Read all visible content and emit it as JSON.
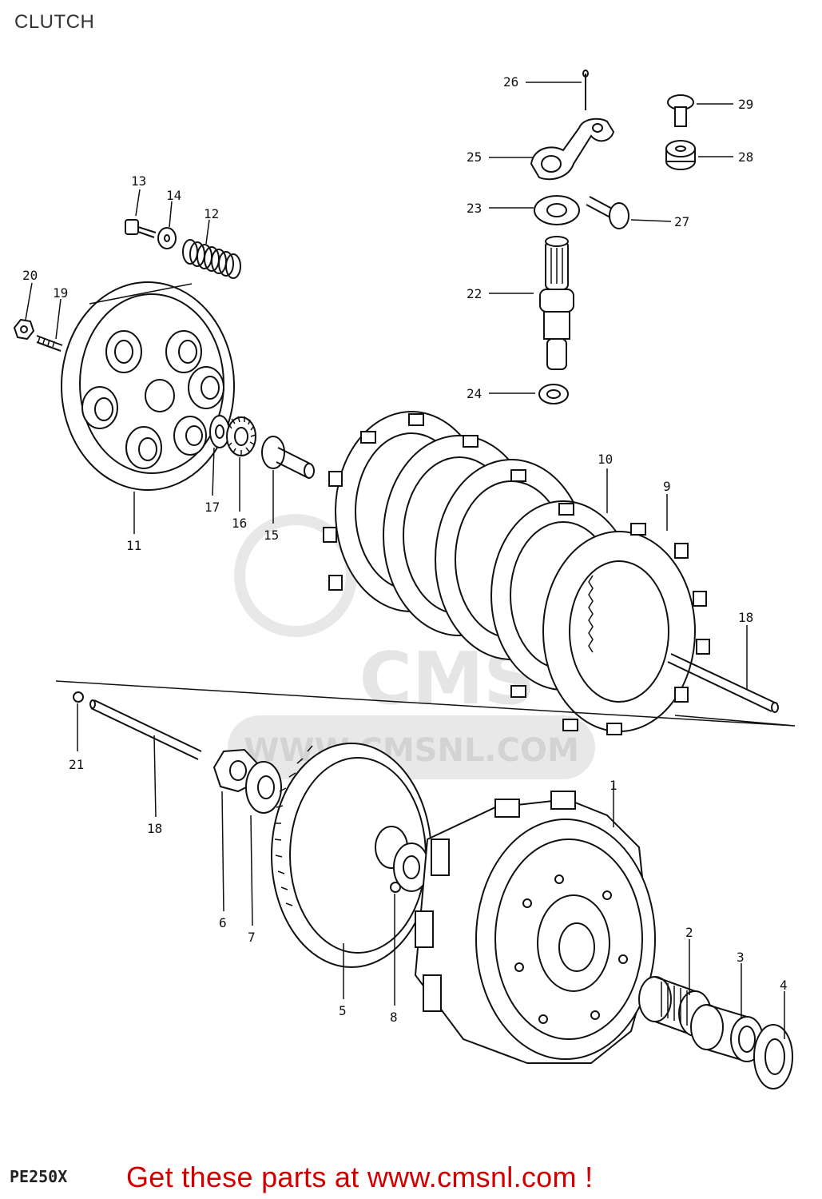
{
  "page": {
    "title": "CLUTCH",
    "model_code": "PE250X"
  },
  "cta": {
    "text": "Get these parts at www.cmsnl.com !"
  },
  "watermark": {
    "text": "WWW.CMSNL.COM",
    "logo_text": "CMS",
    "color": "#c8c8c8"
  },
  "colors": {
    "cta": "#d00000",
    "line_art": "#111111",
    "background": "#ffffff"
  },
  "callouts": {
    "c1": "1",
    "c2": "2",
    "c3": "3",
    "c4": "4",
    "c5": "5",
    "c6": "6",
    "c7": "7",
    "c8": "8",
    "c9": "9",
    "c10": "10",
    "c11": "11",
    "c12": "12",
    "c13": "13",
    "c14": "14",
    "c15": "15",
    "c16": "16",
    "c17": "17",
    "c18a": "18",
    "c18b": "18",
    "c19": "19",
    "c20": "20",
    "c21": "21",
    "c22": "22",
    "c23": "23",
    "c24": "24",
    "c25": "25",
    "c26": "26",
    "c27": "27",
    "c28": "28",
    "c29": "29"
  }
}
